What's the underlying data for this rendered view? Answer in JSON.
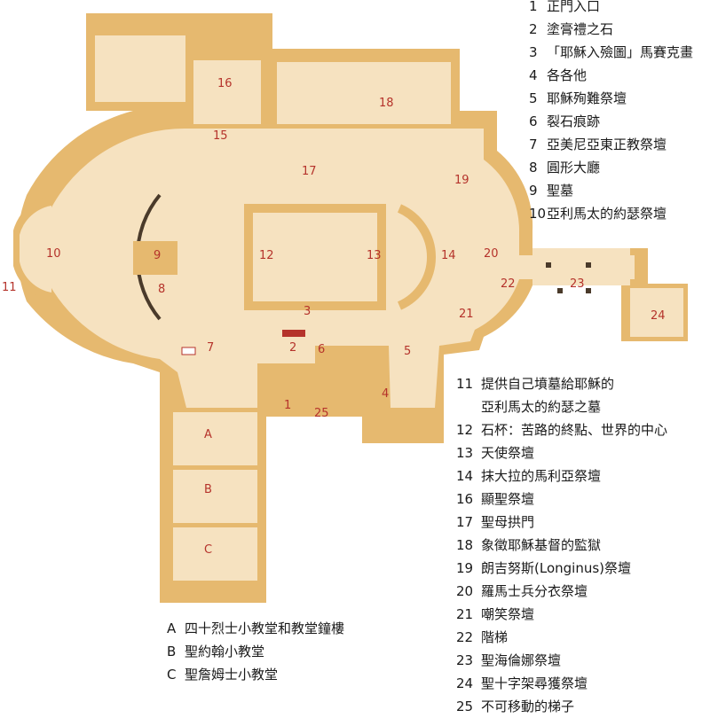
{
  "colors": {
    "floor": "#f6e2c0",
    "wall": "#e6b96f",
    "dome_line": "#4a3a2a",
    "label": "#b5332b",
    "altar_red": "#b5332b"
  },
  "plan": {
    "labels": {
      "n1": "1",
      "n2": "2",
      "n3": "3",
      "n4": "4",
      "n5": "5",
      "n6": "6",
      "n7": "7",
      "n8": "8",
      "n9": "9",
      "n10": "10",
      "n11": "11",
      "n12": "12",
      "n13": "13",
      "n14": "14",
      "n15": "15",
      "n16": "16",
      "n17": "17",
      "n18": "18",
      "n19": "19",
      "n20": "20",
      "n21": "21",
      "n22": "22",
      "n23": "23",
      "n24": "24",
      "n25": "25",
      "nA": "A",
      "nB": "B",
      "nC": "C"
    }
  },
  "legend_top": [
    {
      "num": "1",
      "text": "正門入口"
    },
    {
      "num": "2",
      "text": "塗膏禮之石"
    },
    {
      "num": "3",
      "text": "「耶穌入殮圖」馬賽克畫"
    },
    {
      "num": "4",
      "text": "各各他"
    },
    {
      "num": "5",
      "text": "耶穌殉難祭壇"
    },
    {
      "num": "6",
      "text": "裂石痕跡"
    },
    {
      "num": "7",
      "text": "亞美尼亞東正教祭壇"
    },
    {
      "num": "8",
      "text": "圓形大廳"
    },
    {
      "num": "9",
      "text": "聖墓"
    },
    {
      "num": "10",
      "text": "亞利馬太的約瑟祭壇"
    }
  ],
  "legend_right": [
    {
      "num": "11",
      "text": "提供自己墳墓給耶穌的",
      "cont": "亞利馬太的約瑟之墓"
    },
    {
      "num": "12",
      "text": "石杯：苦路的終點、世界的中心"
    },
    {
      "num": "13",
      "text": "天使祭壇"
    },
    {
      "num": "14",
      "text": "抹大拉的馬利亞祭壇"
    },
    {
      "num": "16",
      "text": "顯聖祭壇"
    },
    {
      "num": "17",
      "text": "聖母拱門"
    },
    {
      "num": "18",
      "text": "象徵耶穌基督的監獄"
    },
    {
      "num": "19",
      "text": "朗吉努斯(Longinus)祭壇"
    },
    {
      "num": "20",
      "text": "羅馬士兵分衣祭壇"
    },
    {
      "num": "21",
      "text": "嘲笑祭壇"
    },
    {
      "num": "22",
      "text": "階梯"
    },
    {
      "num": "23",
      "text": "聖海倫娜祭壇"
    },
    {
      "num": "24",
      "text": "聖十字架尋獲祭壇"
    },
    {
      "num": "25",
      "text": "不可移動的梯子"
    }
  ],
  "legend_abc": [
    {
      "num": "A",
      "text": "四十烈士小教堂和教堂鐘樓"
    },
    {
      "num": "B",
      "text": "聖約翰小教堂"
    },
    {
      "num": "C",
      "text": "聖詹姆士小教堂"
    }
  ]
}
